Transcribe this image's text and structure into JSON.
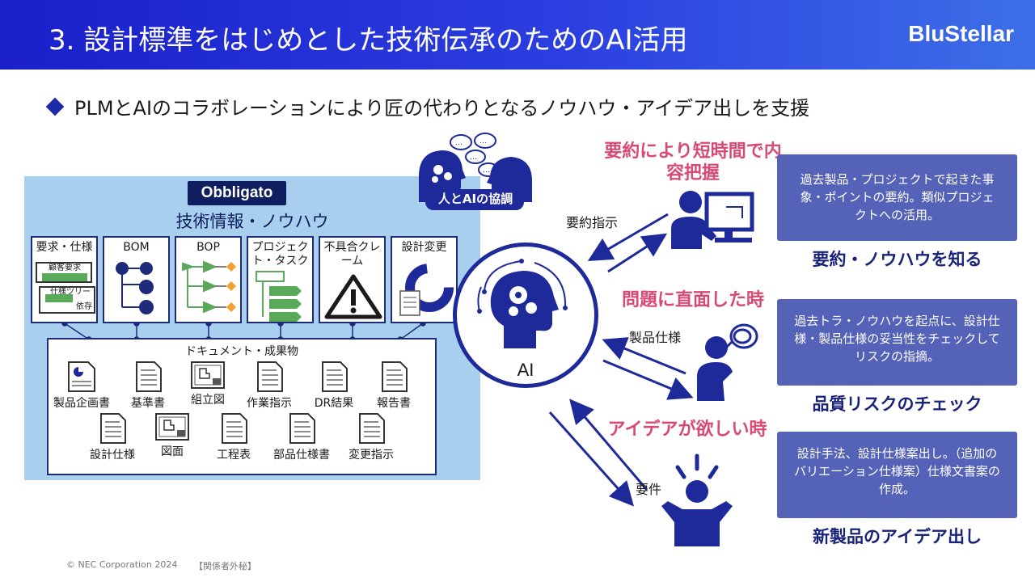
{
  "header": {
    "title": "3. 設計標準をはじめとした技術伝承のためのAI活用",
    "brand": "BluStellar"
  },
  "subtitle": "PLMとAIのコラボレーションにより匠の代わりとなるノウハウ・アイデア出しを支援",
  "obbligato": {
    "logo": "Obbligato",
    "heading": "技術情報・ノウハウ",
    "cards": [
      {
        "label": "要求・仕様",
        "inner1": "顧客要求",
        "inner2": "仕様ツリー",
        "inner3": "依存"
      },
      {
        "label": "BOM"
      },
      {
        "label": "BOP"
      },
      {
        "label": "プロジェクト・タスク"
      },
      {
        "label": "不具合クレーム"
      },
      {
        "label": "設計変更"
      }
    ],
    "docs_title": "ドキュメント・成果物",
    "docs": [
      "製品企画書",
      "基準書",
      "組立図",
      "作業指示",
      "DR結果",
      "報告書",
      "設計仕様",
      "図面",
      "工程表",
      "部品仕様書",
      "変更指示"
    ]
  },
  "collab_label": "人とAIの協調",
  "ai_label": "AI",
  "scenarios": [
    {
      "headline": "要約により短時間で内容把握",
      "arrow_label": "要約指示",
      "box": "過去製品・プロジェクトで起きた事象・ポイントの要約。類似プロジェクトへの活用。",
      "title": "要約・ノウハウを知る"
    },
    {
      "headline": "問題に直面した時",
      "arrow_label": "製品仕様",
      "box": "過去トラ・ノウハウを起点に、設計仕様・製品仕様の妥当性をチェックしてリスクの指摘。",
      "title": "品質リスクのチェック"
    },
    {
      "headline": "アイデアが欲しい時",
      "arrow_label": "要件",
      "box": "設計手法、設計仕様案出し。（追加のバリエーション仕様案）仕様文書案の作成。",
      "title": "新製品のアイデア出し"
    }
  ],
  "footer": {
    "copyright": "© NEC Corporation 2024",
    "confidential": "【関係者外秘】"
  },
  "colors": {
    "header": "#1a1fc9",
    "panel": "#a9cfee",
    "navy": "#1e2a9a",
    "pink": "#d84a74",
    "box": "#5462b8"
  }
}
